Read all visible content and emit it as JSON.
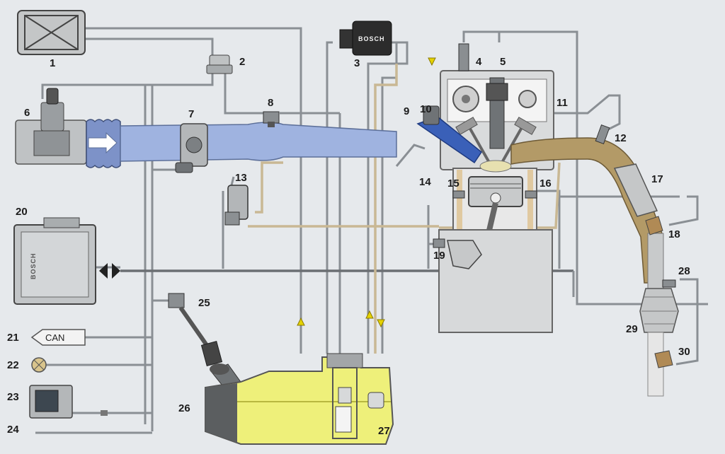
{
  "diagram": {
    "brand_text": "BOSCH",
    "can_label": "CAN",
    "labels": [
      {
        "id": "1",
        "text": "1"
      },
      {
        "id": "2",
        "text": "2"
      },
      {
        "id": "3",
        "text": "3"
      },
      {
        "id": "4",
        "text": "4"
      },
      {
        "id": "5",
        "text": "5"
      },
      {
        "id": "6",
        "text": "6"
      },
      {
        "id": "7",
        "text": "7"
      },
      {
        "id": "8",
        "text": "8"
      },
      {
        "id": "9",
        "text": "9"
      },
      {
        "id": "10",
        "text": "10"
      },
      {
        "id": "11",
        "text": "11"
      },
      {
        "id": "12",
        "text": "12"
      },
      {
        "id": "13",
        "text": "13"
      },
      {
        "id": "14",
        "text": "14"
      },
      {
        "id": "15",
        "text": "15"
      },
      {
        "id": "16",
        "text": "16"
      },
      {
        "id": "17",
        "text": "17"
      },
      {
        "id": "18",
        "text": "18"
      },
      {
        "id": "19",
        "text": "19"
      },
      {
        "id": "20",
        "text": "20"
      },
      {
        "id": "21",
        "text": "21"
      },
      {
        "id": "22",
        "text": "22"
      },
      {
        "id": "23",
        "text": "23"
      },
      {
        "id": "24",
        "text": "24"
      },
      {
        "id": "25",
        "text": "25"
      },
      {
        "id": "26",
        "text": "26"
      },
      {
        "id": "27",
        "text": "27"
      },
      {
        "id": "28",
        "text": "28"
      },
      {
        "id": "29",
        "text": "29"
      },
      {
        "id": "30",
        "text": "30"
      }
    ],
    "colors": {
      "intake_air": "#9fb3e0",
      "exhaust": "#b39a67",
      "fuel_tank": "#eef07a",
      "engine_block": "#d9dbdc",
      "background": "#e6e9ec"
    }
  }
}
